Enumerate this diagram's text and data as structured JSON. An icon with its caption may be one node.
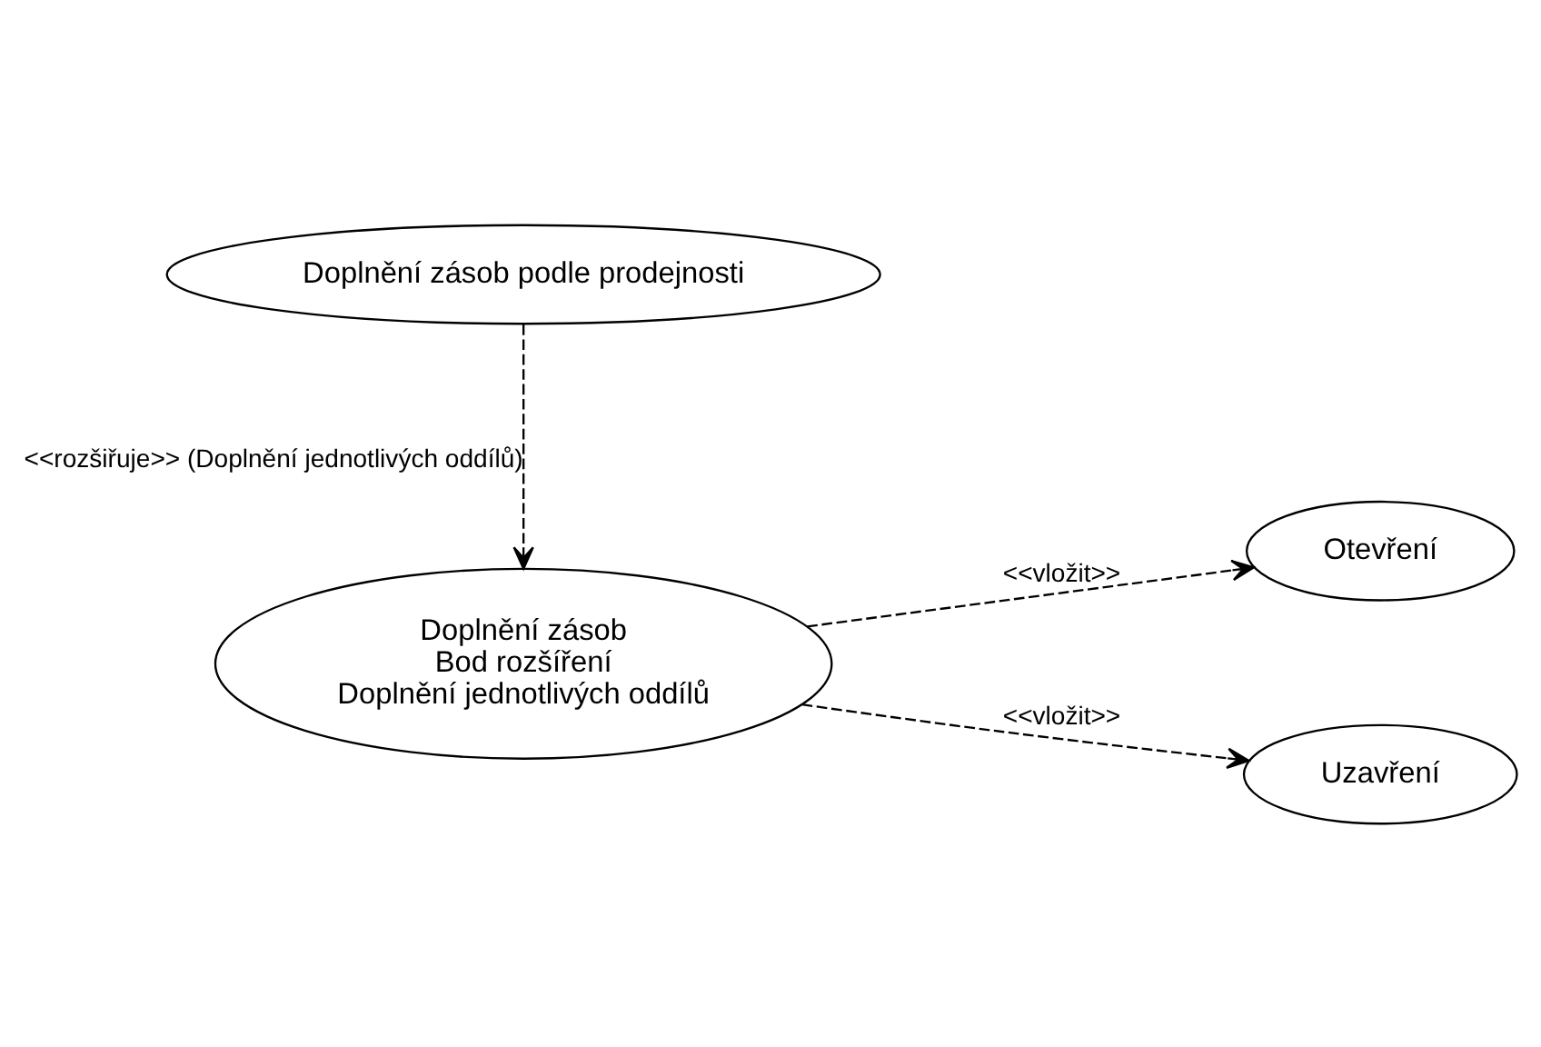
{
  "diagram": {
    "nodes": [
      {
        "text": [
          "Doplnění zásob",
          "Bod rozšíření",
          "Doplnění jednotlivých oddílů"
        ]
      },
      {
        "text": [
          "Otevření"
        ]
      },
      {
        "text": [
          "Uzavření"
        ]
      },
      {
        "text": [
          "Doplnění zásob podle prodejnosti"
        ]
      }
    ],
    "edges": [
      {
        "from": 0,
        "to": 1,
        "arrow": "to",
        "style": "dashed",
        "label": "<<vložit>>"
      },
      {
        "from": 0,
        "to": 2,
        "arrow": "to",
        "style": "dashed",
        "label": "<<vložit>>"
      },
      {
        "from": 3,
        "to": 0,
        "arrow": "to",
        "style": "dashed",
        "label": "<<rozšiřuje>> (Doplnění jednotlivých oddílů)"
      }
    ]
  }
}
